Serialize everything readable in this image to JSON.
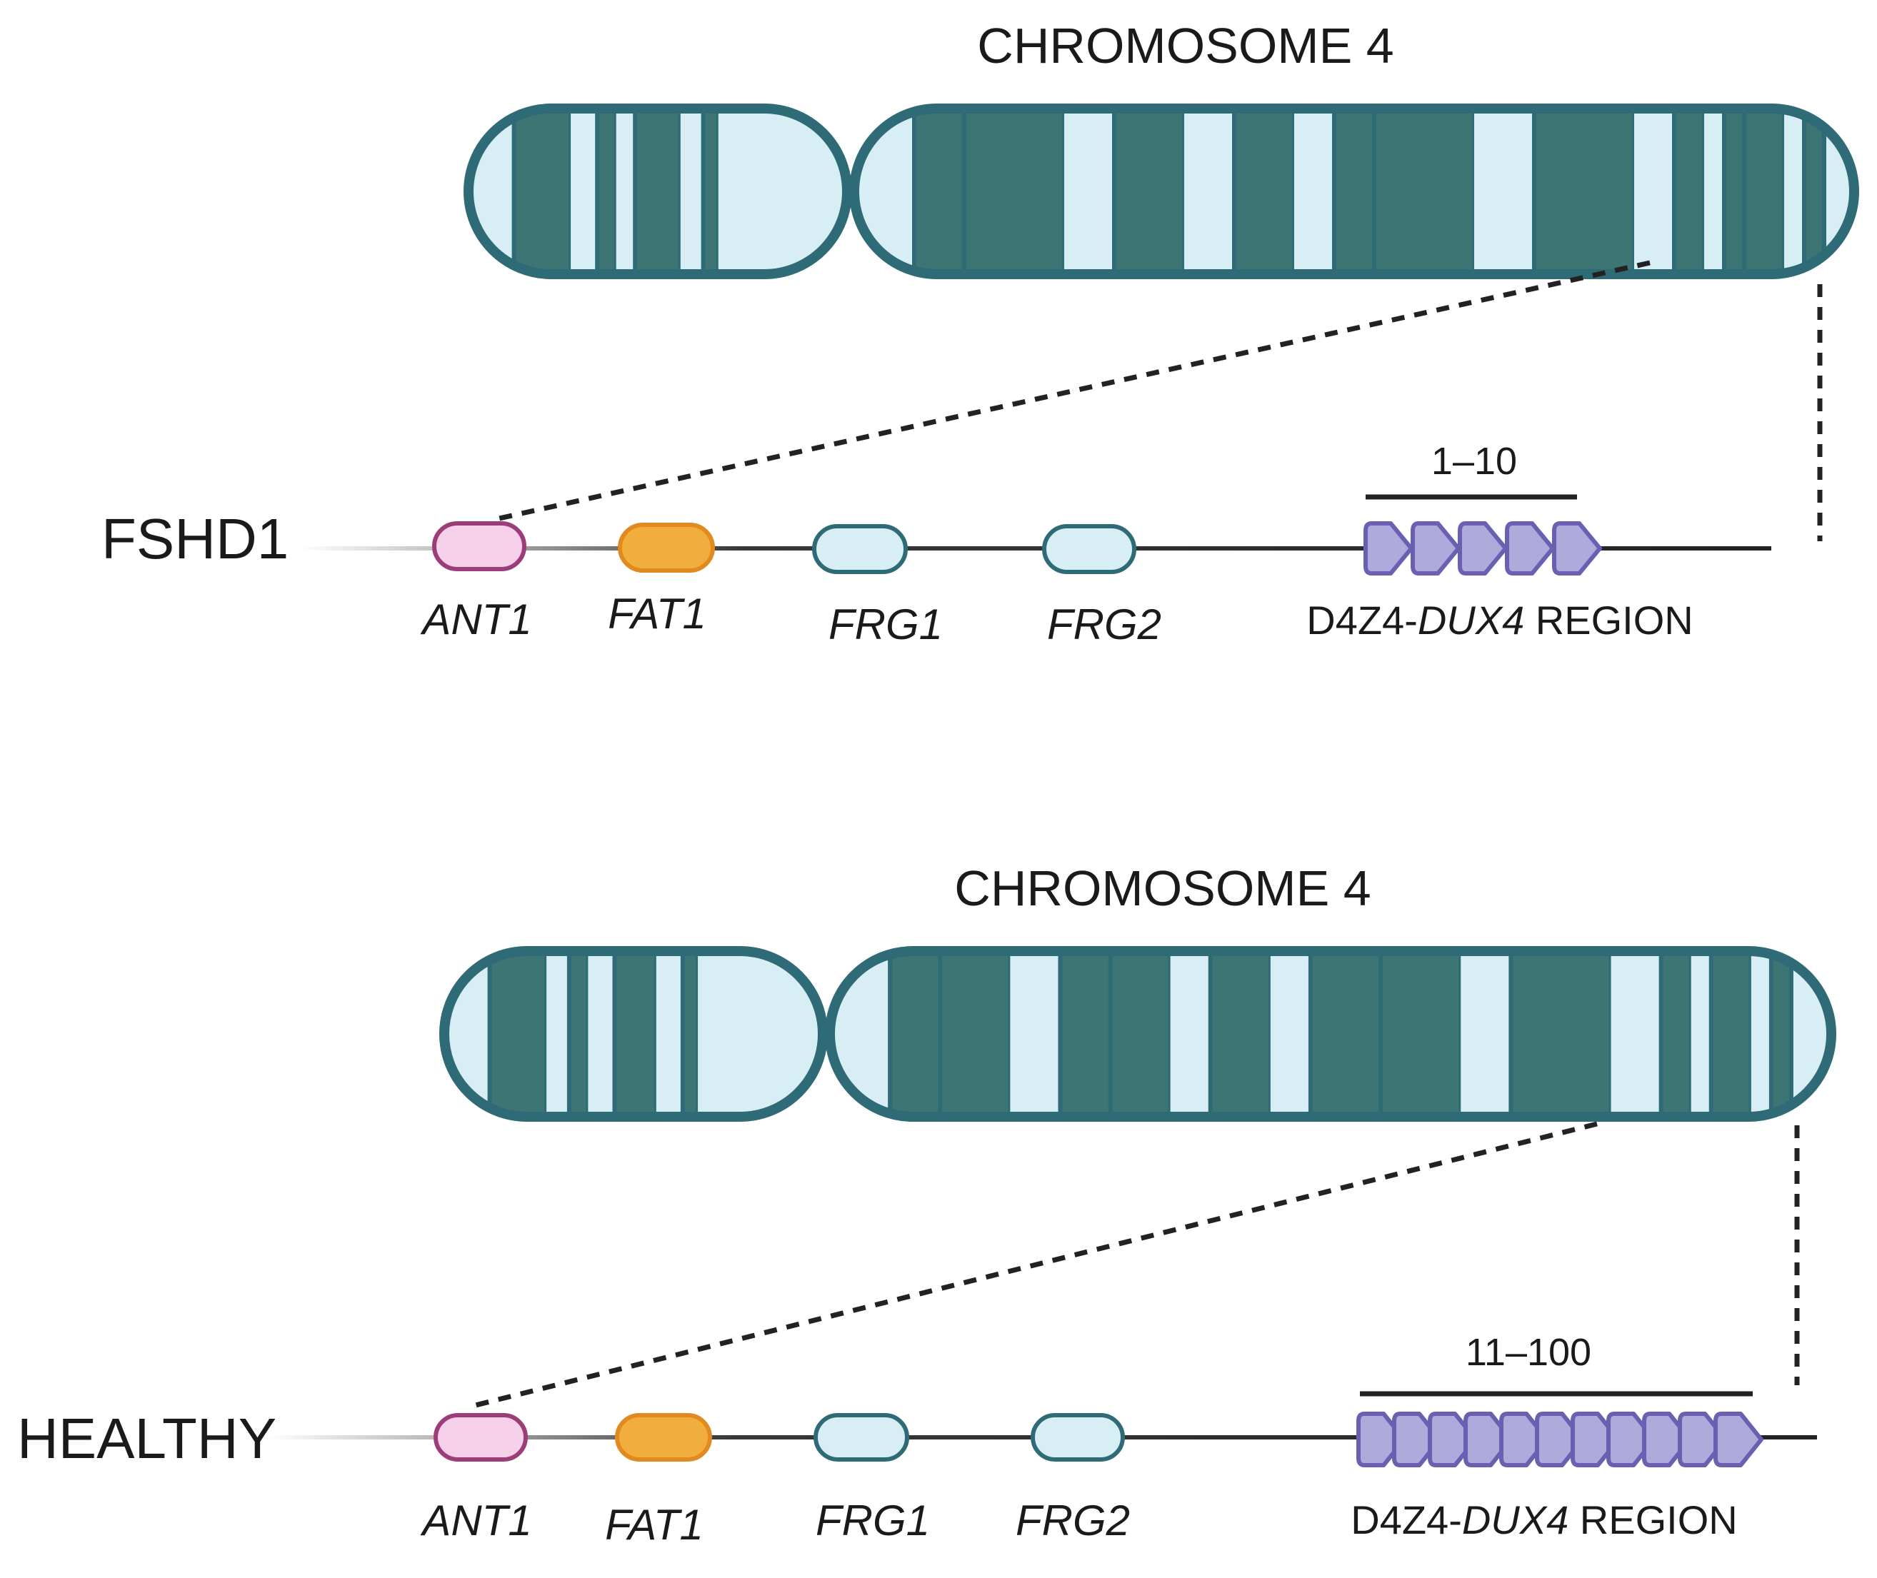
{
  "colors": {
    "chromosome_outline": "#2f6b77",
    "chromosome_light": "#d8eef5",
    "chromosome_dark": "#3d7474",
    "ANT1_fill": "#f6cfe8",
    "ANT1_stroke": "#9b3d78",
    "FAT1_fill": "#f2ae3c",
    "FAT1_stroke": "#e08a20",
    "FRG_fill": "#d8eef5",
    "FRG_stroke": "#2f6b77",
    "repeat_fill": "#aeaadb",
    "repeat_stroke": "#6a5fb0",
    "strand": "#222222"
  },
  "panels": [
    {
      "id": "fshd1",
      "title": "CHROMOSOME 4",
      "label": "FSHD1",
      "genes": [
        {
          "name": "ANT1",
          "color": "ANT1"
        },
        {
          "name": "FAT1",
          "color": "FAT1"
        },
        {
          "name": "FRG1",
          "color": "FRG"
        },
        {
          "name": "FRG2",
          "color": "FRG"
        }
      ],
      "repeat_range": "1–10",
      "repeat_units_shown": 5,
      "region_label": {
        "prefix": "D4Z4-",
        "gene": "DUX4",
        "suffix": " REGION"
      }
    },
    {
      "id": "healthy",
      "title": "CHROMOSOME 4",
      "label": "HEALTHY",
      "genes": [
        {
          "name": "ANT1",
          "color": "ANT1"
        },
        {
          "name": "FAT1",
          "color": "FAT1"
        },
        {
          "name": "FRG1",
          "color": "FRG"
        },
        {
          "name": "FRG2",
          "color": "FRG"
        }
      ],
      "repeat_range": "11–100",
      "repeat_units_shown": 11,
      "region_label": {
        "prefix": "D4Z4-",
        "gene": "DUX4",
        "suffix": " REGION"
      }
    }
  ]
}
